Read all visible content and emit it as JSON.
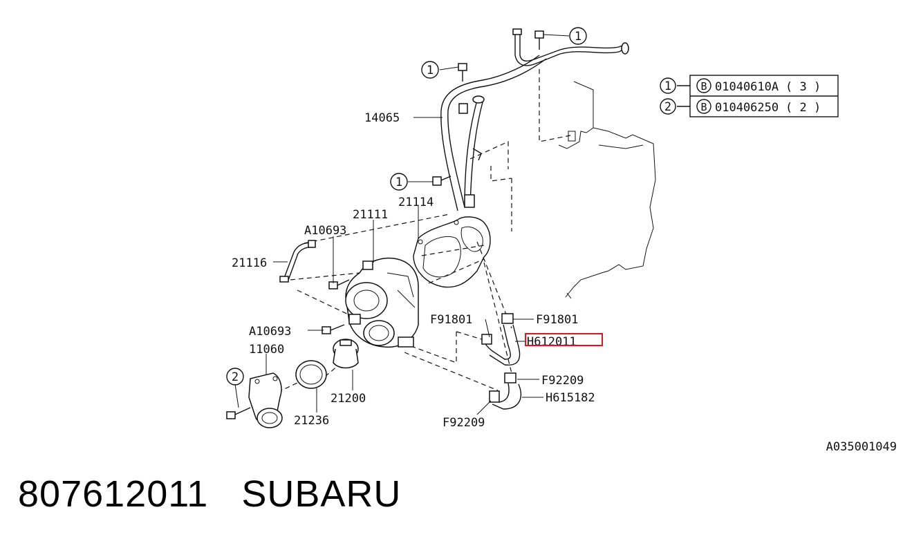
{
  "legend": [
    {
      "ref": "1",
      "code": "B",
      "part": "01040610A",
      "qty": "( 3 )"
    },
    {
      "ref": "2",
      "code": "B",
      "part": "010406250",
      "qty": "( 2 )"
    }
  ],
  "callouts": {
    "c1_top": "1",
    "c1_a": "1",
    "c1_b": "1",
    "c2": "2"
  },
  "labels": {
    "p14065": "14065",
    "p21114": "21114",
    "p21111": "21111",
    "pA10693_top": "A10693",
    "p21116": "21116",
    "pA10693_bot": "A10693",
    "p11060": "11060",
    "p21200": "21200",
    "p21236": "21236",
    "pF91801_left": "F91801",
    "pF91801_right": "F91801",
    "pH612011": "H612011",
    "pF92209_right": "F92209",
    "pH615182": "H615182",
    "pF92209_bot": "F92209"
  },
  "figure_code": "A035001049",
  "caption": {
    "part_number": "807612011",
    "brand": "SUBARU"
  },
  "colors": {
    "highlight": "#e0141e",
    "ink": "#111111"
  }
}
